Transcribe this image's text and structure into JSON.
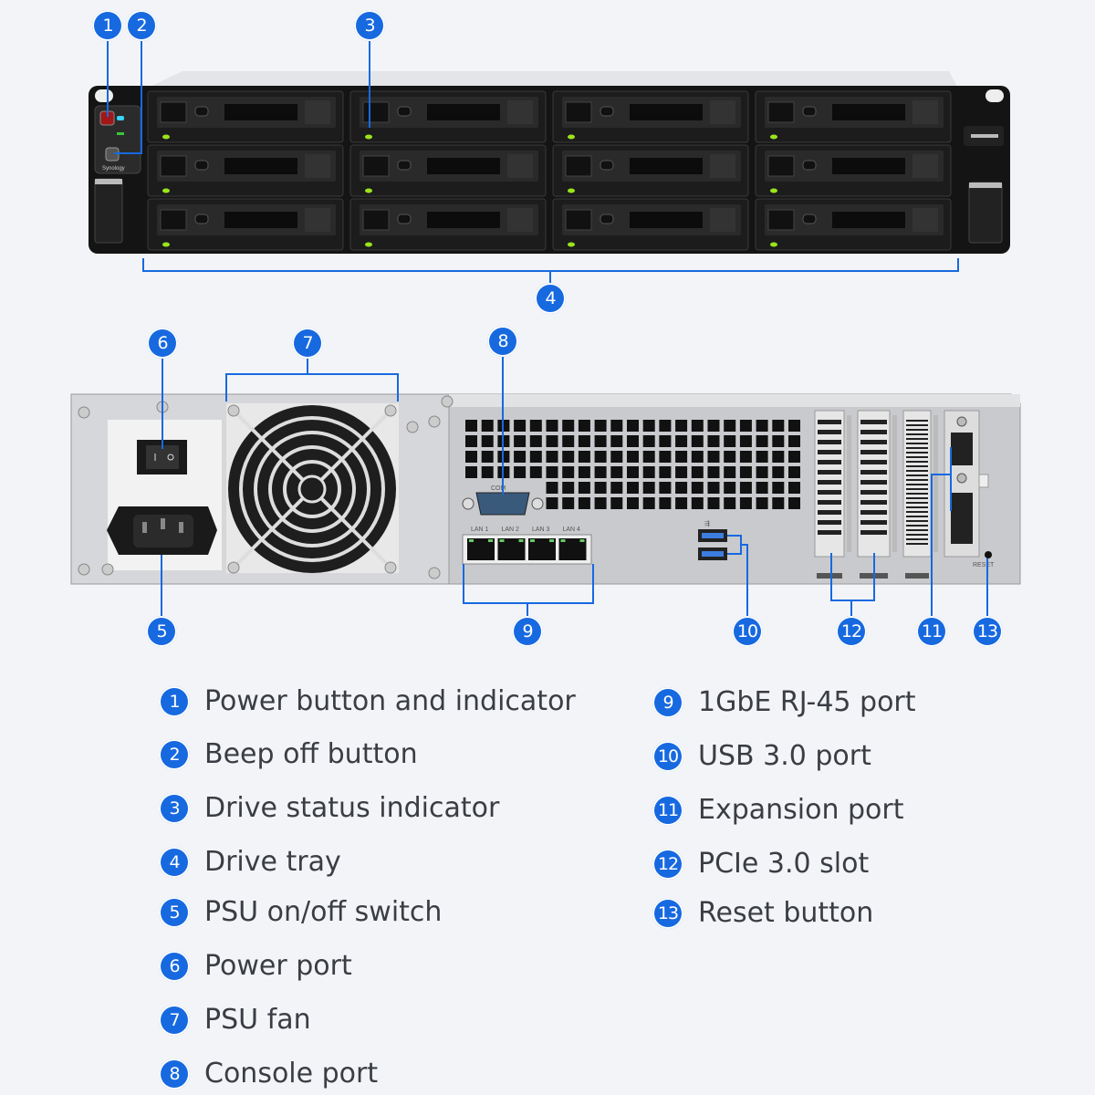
{
  "colors": {
    "badge": "#1769e0",
    "callout_line": "#1769e0",
    "drive_led": "#9be31c",
    "background": "#f3f4f7"
  },
  "front_panel": {
    "logo": "Synology"
  },
  "rear_panel": {
    "com_label": "COM",
    "lan_labels": [
      "LAN 1",
      "LAN 2",
      "LAN 3",
      "LAN 4"
    ],
    "reset_label": "RESET",
    "icons": [
      "power-switch-icon",
      "power-socket-icon",
      "fan-icon",
      "usb-icon"
    ]
  },
  "callouts": [
    "1",
    "2",
    "3",
    "4",
    "5",
    "6",
    "7",
    "8",
    "9",
    "10",
    "11",
    "12",
    "13"
  ],
  "legend": {
    "left": [
      {
        "num": "1",
        "label": "Power button and indicator"
      },
      {
        "num": "2",
        "label": "Beep off button"
      },
      {
        "num": "3",
        "label": "Drive status indicator"
      },
      {
        "num": "4",
        "label": "Drive tray"
      },
      {
        "num": "5",
        "label": "PSU on/off switch"
      },
      {
        "num": "6",
        "label": "Power port"
      },
      {
        "num": "7",
        "label": "PSU fan"
      },
      {
        "num": "8",
        "label": "Console port"
      }
    ],
    "right": [
      {
        "num": "9",
        "label": "1GbE RJ-45 port"
      },
      {
        "num": "10",
        "label": "USB 3.0 port"
      },
      {
        "num": "11",
        "label": "Expansion port"
      },
      {
        "num": "12",
        "label": "PCIe 3.0 slot"
      },
      {
        "num": "13",
        "label": "Reset button"
      }
    ]
  }
}
